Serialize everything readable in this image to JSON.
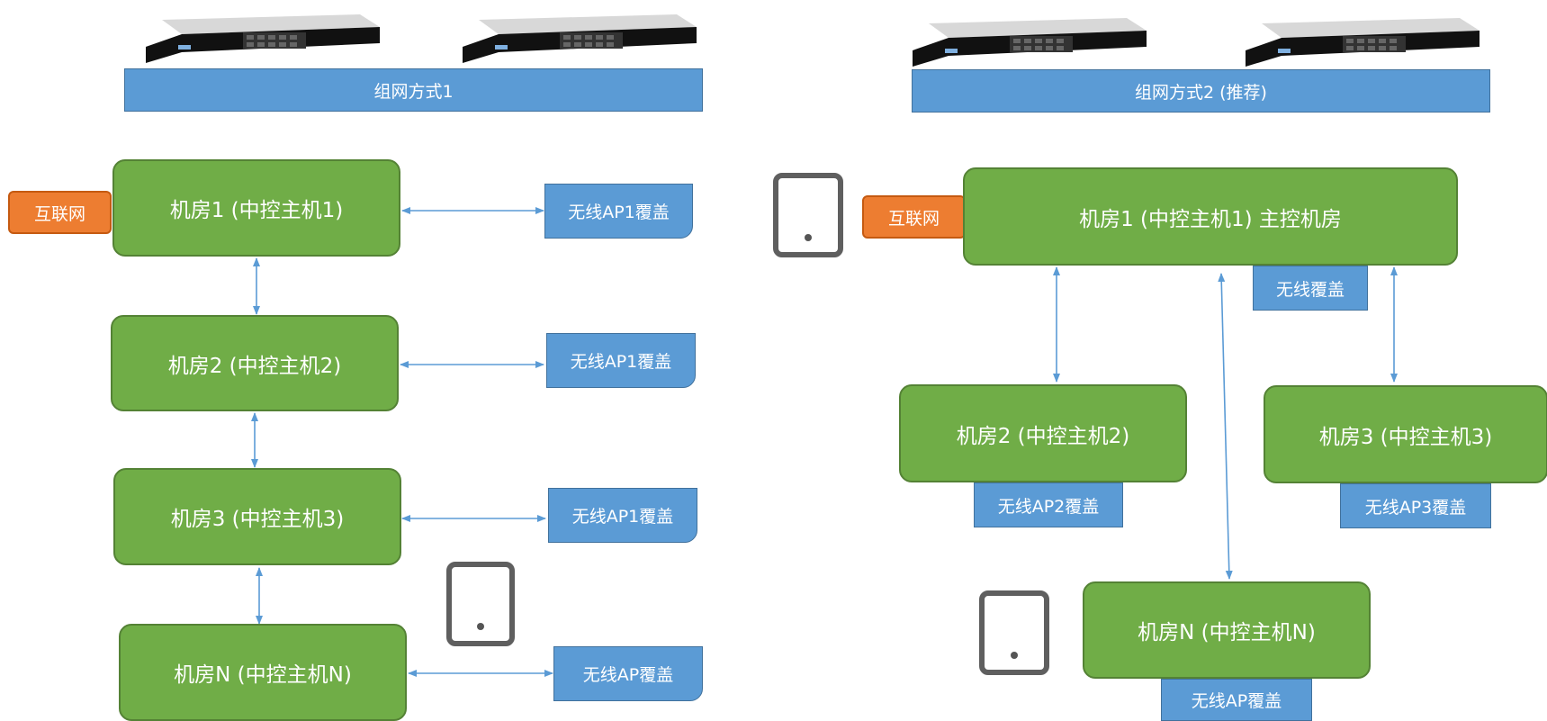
{
  "left": {
    "banner": "组网方式1",
    "internet": "互联网",
    "rooms": [
      "机房1 (中控主机1)",
      "机房2 (中控主机2)",
      "机房3 (中控主机3)",
      "机房N (中控主机N)"
    ],
    "aps": [
      "无线AP1覆盖",
      "无线AP1覆盖",
      "无线AP1覆盖",
      "无线AP覆盖"
    ]
  },
  "right": {
    "banner": "组网方式2 (推荐)",
    "internet": "互联网",
    "main_room": "机房1 (中控主机1) 主控机房",
    "main_ap": "无线覆盖",
    "room2": "机房2 (中控主机2)",
    "room2_ap": "无线AP2覆盖",
    "room3": "机房3 (中控主机3)",
    "room3_ap": "无线AP3覆盖",
    "roomN": "机房N (中控主机N)",
    "roomN_ap": "无线AP覆盖"
  },
  "colors": {
    "room_fill": "#70ad47",
    "ap_fill": "#5b9bd5",
    "internet_fill": "#ed7d31",
    "connector": "#5b9bd5"
  }
}
